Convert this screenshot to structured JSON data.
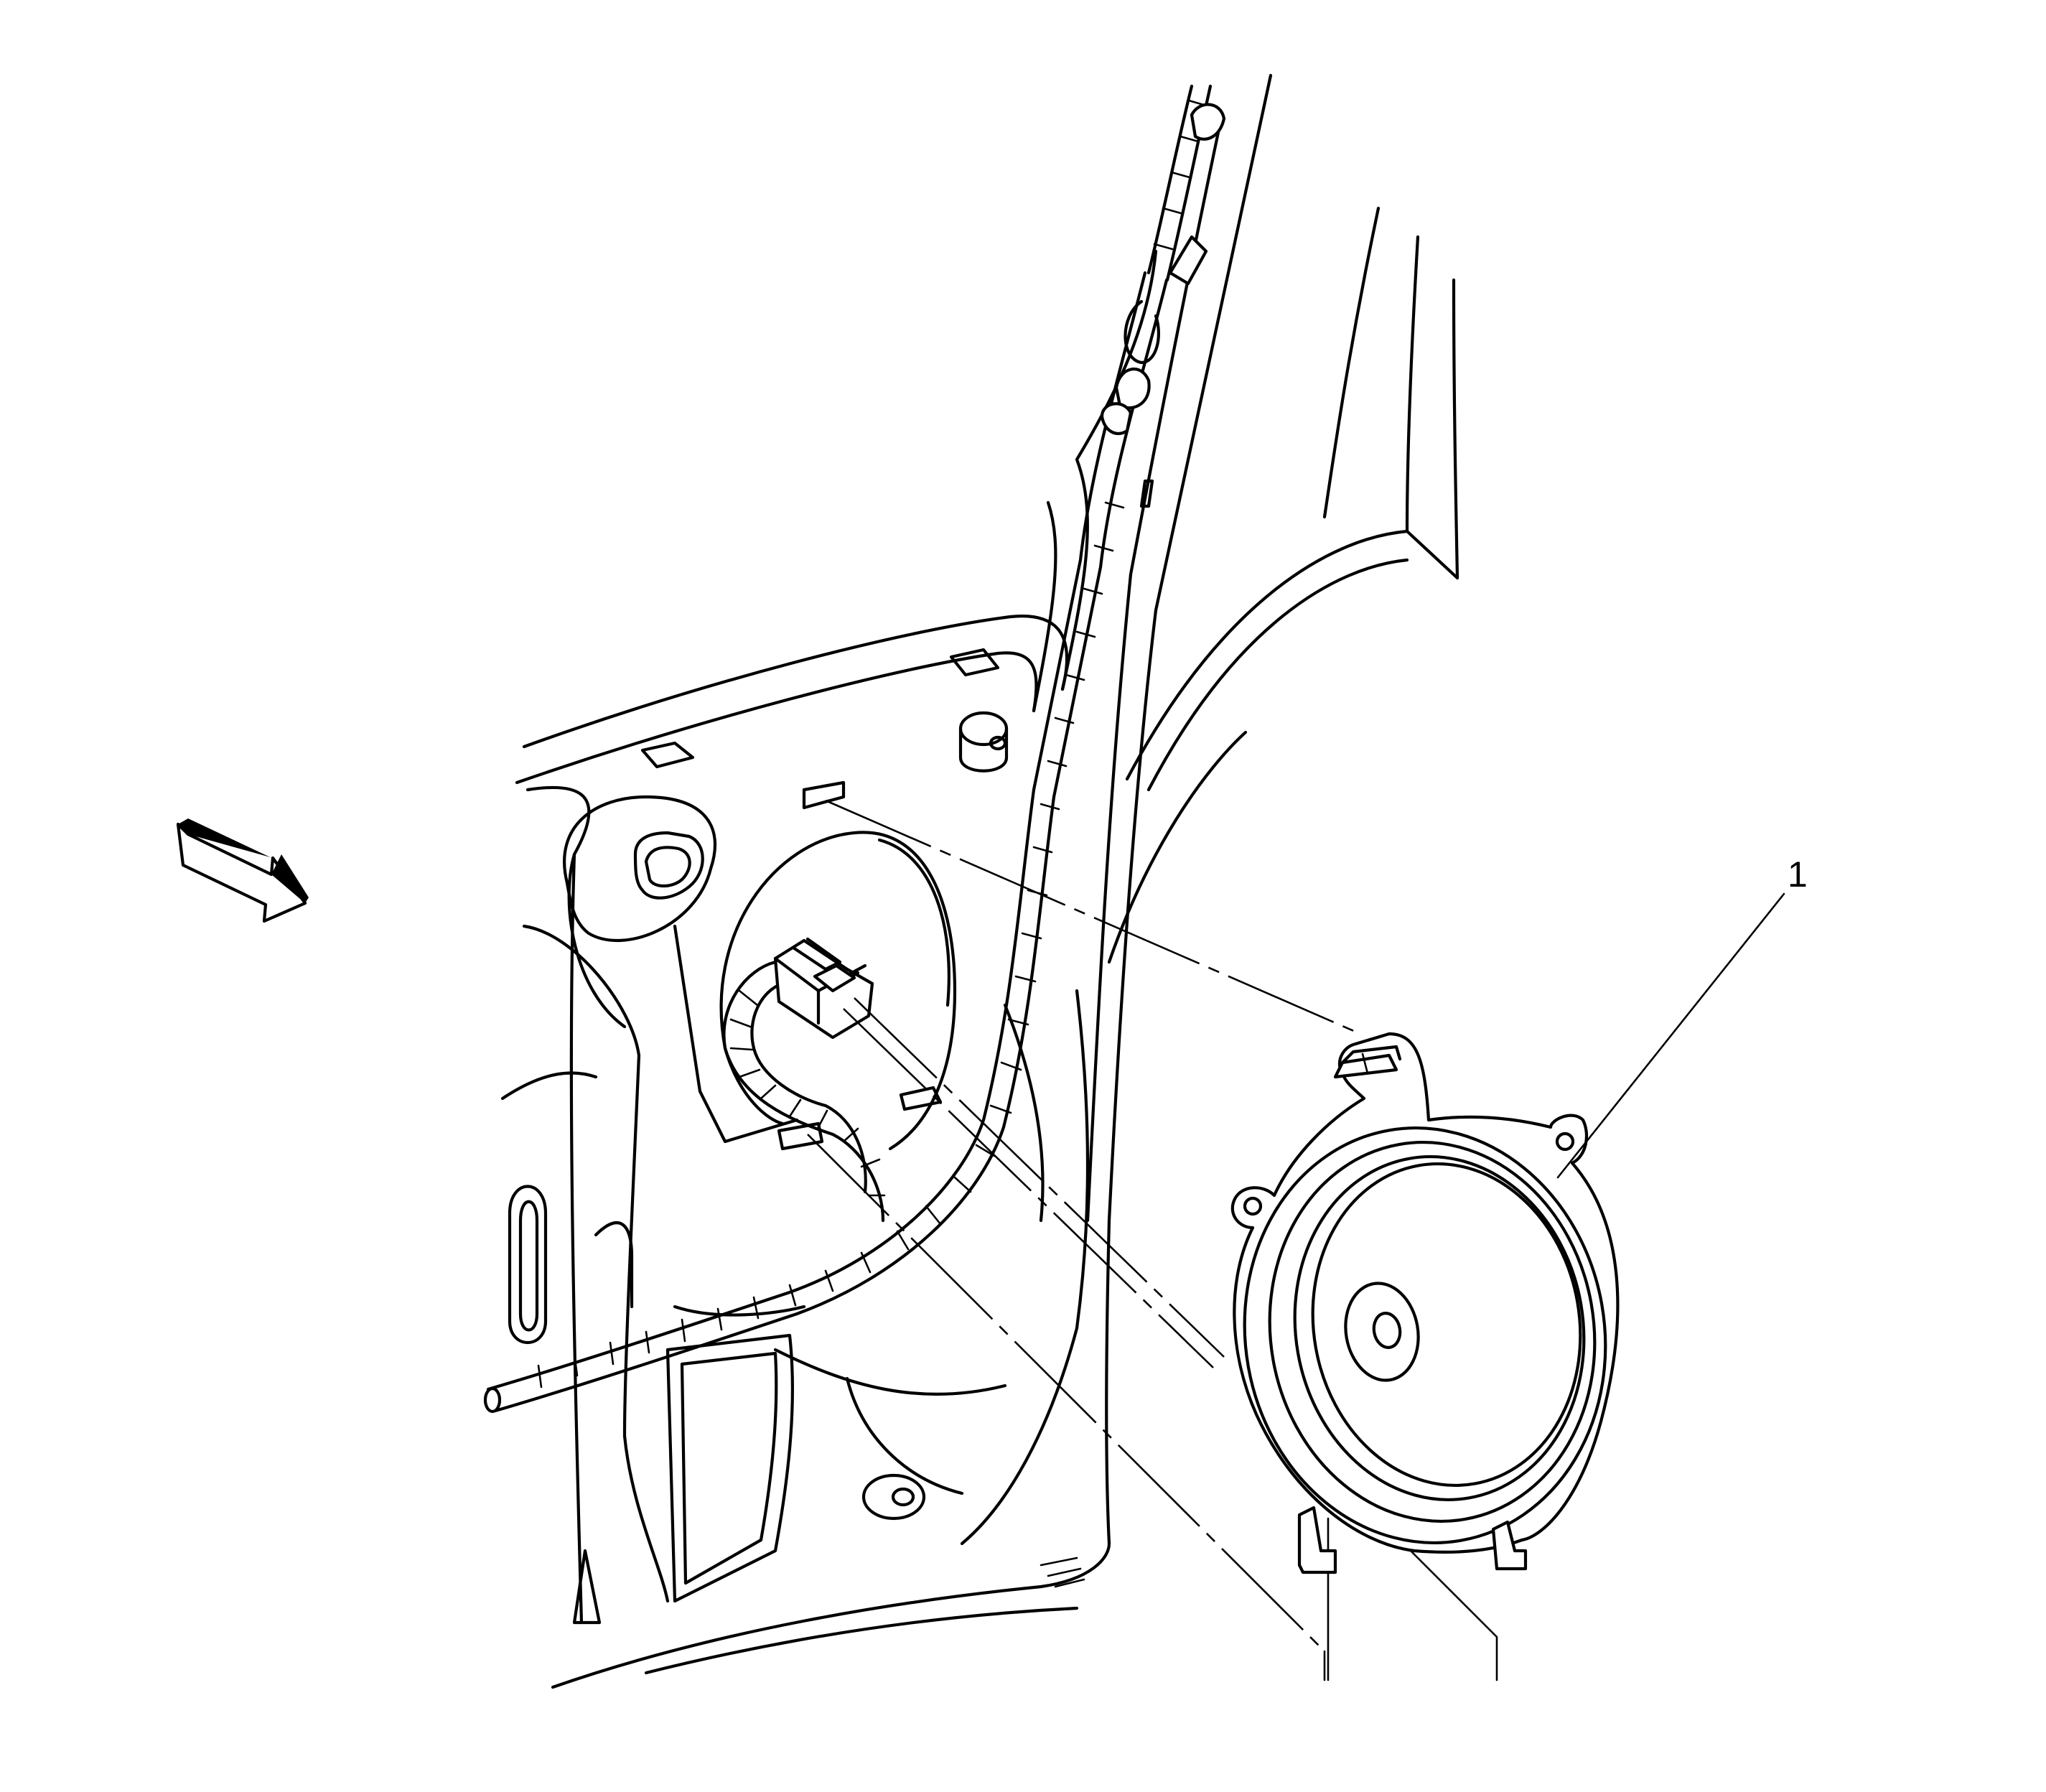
{
  "callouts": [
    {
      "label": "1",
      "target": "speaker"
    }
  ],
  "icons": [
    "view-direction-arrow-icon",
    "door-panel",
    "wire-harness",
    "electrical-connector",
    "speaker"
  ],
  "colors": {
    "line": "#000000",
    "background": "#ffffff"
  }
}
